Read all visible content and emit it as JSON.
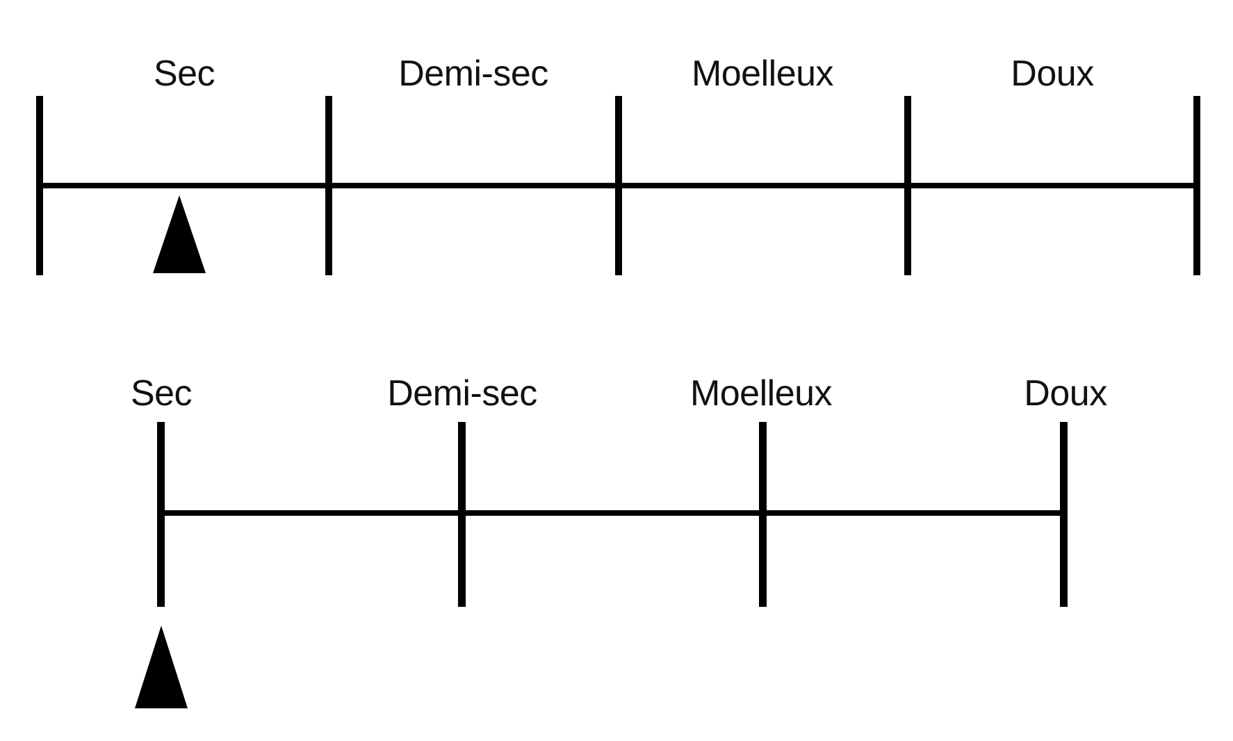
{
  "colors": {
    "background": "#ffffff",
    "ink": "#000000",
    "label": "#111111"
  },
  "scales": {
    "top": {
      "description": "horizontal scale with five tick marks; category labels centered over each segment",
      "labels": [
        "Sec",
        "Demi-sec",
        "Moelleux",
        "Doux"
      ],
      "tick_count": 5,
      "marker": {
        "shape": "upward-triangle",
        "position": "below the line, within the Sec segment"
      }
    },
    "bottom": {
      "description": "horizontal scale with four tick marks; category labels centered above each tick",
      "labels": [
        "Sec",
        "Demi-sec",
        "Moelleux",
        "Doux"
      ],
      "tick_count": 4,
      "marker": {
        "shape": "upward-triangle",
        "position": "below the Sec tick"
      }
    }
  }
}
